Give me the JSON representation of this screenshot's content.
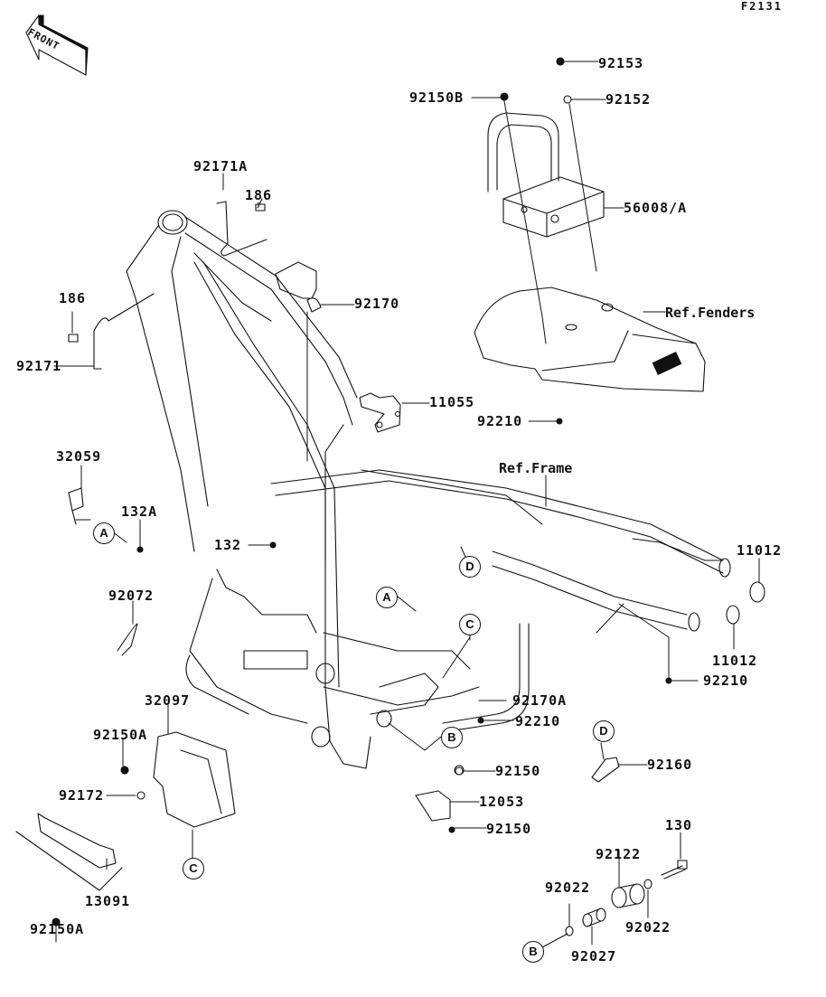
{
  "diagram_code": "F2131",
  "front_indicator": "FRONT",
  "colors": {
    "ink": "#111111",
    "background": "#ffffff"
  },
  "parts": [
    {
      "id": "p-92153",
      "label": "92153"
    },
    {
      "id": "p-92150B",
      "label": "92150B"
    },
    {
      "id": "p-92152",
      "label": "92152"
    },
    {
      "id": "p-56008A",
      "label": "56008/A"
    },
    {
      "id": "p-92171A",
      "label": "92171A"
    },
    {
      "id": "p-186-top",
      "label": "186"
    },
    {
      "id": "p-186-left",
      "label": "186"
    },
    {
      "id": "p-92171",
      "label": "92171"
    },
    {
      "id": "p-92170",
      "label": "92170"
    },
    {
      "id": "p-11055",
      "label": "11055"
    },
    {
      "id": "p-92210-fender",
      "label": "92210"
    },
    {
      "id": "p-32059",
      "label": "32059"
    },
    {
      "id": "p-132A",
      "label": "132A"
    },
    {
      "id": "p-132",
      "label": "132"
    },
    {
      "id": "p-92072",
      "label": "92072"
    },
    {
      "id": "p-11012-top",
      "label": "11012"
    },
    {
      "id": "p-11012-bottom",
      "label": "11012"
    },
    {
      "id": "p-92210-rear",
      "label": "92210"
    },
    {
      "id": "p-92170A",
      "label": "92170A"
    },
    {
      "id": "p-92210-mid",
      "label": "92210"
    },
    {
      "id": "p-32097",
      "label": "32097"
    },
    {
      "id": "p-92150A-top",
      "label": "92150A"
    },
    {
      "id": "p-92172",
      "label": "92172"
    },
    {
      "id": "p-13091",
      "label": "13091"
    },
    {
      "id": "p-92150A-bottom",
      "label": "92150A"
    },
    {
      "id": "p-92150-top",
      "label": "92150"
    },
    {
      "id": "p-12053",
      "label": "12053"
    },
    {
      "id": "p-92150-bottom",
      "label": "92150"
    },
    {
      "id": "p-92160",
      "label": "92160"
    },
    {
      "id": "p-130",
      "label": "130"
    },
    {
      "id": "p-92122",
      "label": "92122"
    },
    {
      "id": "p-92022-left",
      "label": "92022"
    },
    {
      "id": "p-92022-right",
      "label": "92022"
    },
    {
      "id": "p-92027",
      "label": "92027"
    }
  ],
  "references": {
    "fenders": "Ref.Fenders",
    "frame": "Ref.Frame"
  },
  "callouts": {
    "A": "A",
    "B": "B",
    "C": "C",
    "D": "D"
  }
}
